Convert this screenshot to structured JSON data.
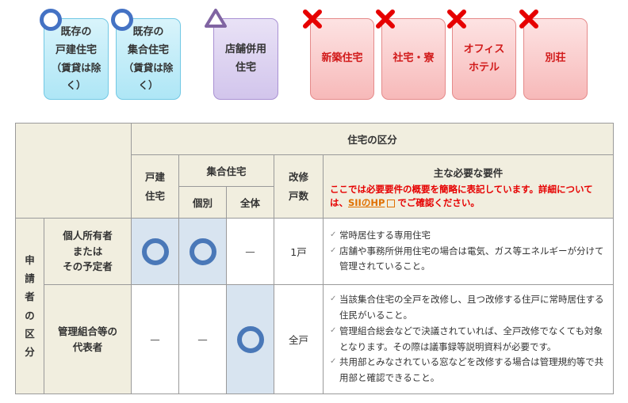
{
  "cards": [
    {
      "lines": [
        "既存の",
        "戸建住宅"
      ],
      "sub": "（賃貸は除く）",
      "status": "ok"
    },
    {
      "lines": [
        "既存の",
        "集合住宅"
      ],
      "sub": "（賃貸は除く）",
      "status": "ok"
    },
    {
      "lines": [
        "店舗併用",
        "住宅"
      ],
      "sub": "",
      "status": "conditional"
    },
    {
      "lines": [
        "新築住宅"
      ],
      "sub": "",
      "status": "no"
    },
    {
      "lines": [
        "社宅・寮"
      ],
      "sub": "",
      "status": "no"
    },
    {
      "lines": [
        "オフィス",
        "ホテル"
      ],
      "sub": "",
      "status": "no"
    },
    {
      "lines": [
        "別荘"
      ],
      "sub": "",
      "status": "no"
    }
  ],
  "colors": {
    "ok_mark": "#4472c4",
    "conditional_mark": "#8064a2",
    "no_mark": "#e60000",
    "header_bg": "#f1eedf",
    "highlight_bg": "#d8e4f0",
    "note_red": "#e60000",
    "link_orange": "#e07000"
  },
  "table": {
    "top_header": "住宅の区分",
    "col_detached": [
      "戸建",
      "住宅"
    ],
    "col_collective": "集合住宅",
    "col_individual": "個別",
    "col_whole": "全体",
    "col_units": [
      "改修",
      "戸数"
    ],
    "col_requirements": "主な必要な要件",
    "note_before_link": "ここでは必要要件の概要を簡略に表記しています。詳細については、",
    "note_link": "SIIのHP",
    "note_after_link": "でご確認ください。",
    "side_label": [
      "申",
      "請",
      "者",
      "の",
      "区",
      "分"
    ],
    "rows": [
      {
        "label": [
          "個人所有者",
          "または",
          "その予定者"
        ],
        "detached": "circle",
        "individual": "circle",
        "whole": "—",
        "units": "1戸",
        "requirements": [
          "常時居住する専用住宅",
          "店舗や事務所併用住宅の場合は電気、ガス等エネルギーが分けて管理されていること。"
        ]
      },
      {
        "label": [
          "管理組合等の",
          "代表者"
        ],
        "detached": "—",
        "individual": "—",
        "whole": "circle",
        "units": "全戸",
        "requirements": [
          "当該集合住宅の全戸を改修し、且つ改修する住戸に常時居住する住民がいること。",
          "管理組合総会などで決議されていれば、全戸改修でなくても対象となります。その際は議事録等説明資料が必要です。",
          "共用部とみなされている窓などを改修する場合は管理規約等で共用部と確認できること。"
        ]
      }
    ]
  }
}
